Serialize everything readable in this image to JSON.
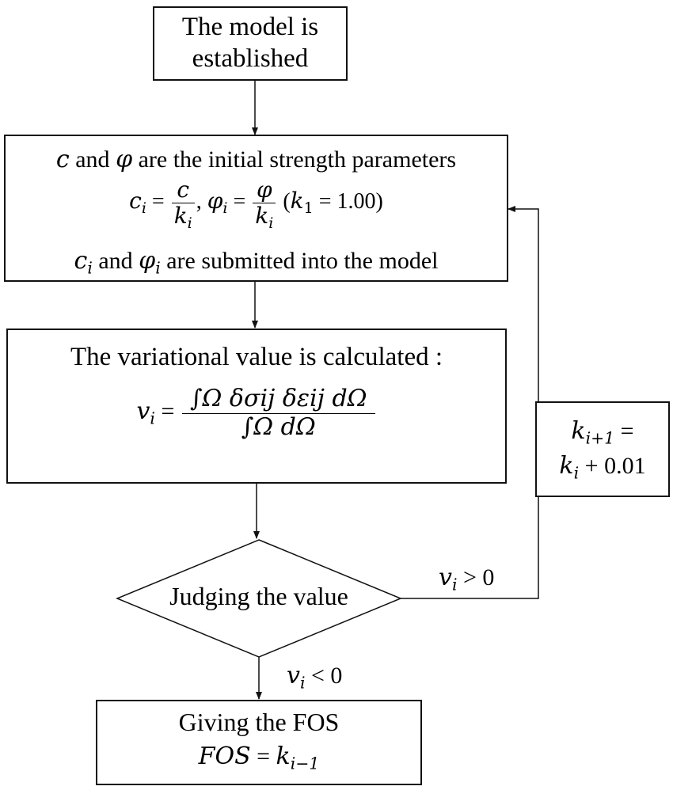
{
  "boxes": {
    "start": {
      "line1": "The model is",
      "line2": "established"
    },
    "params": {
      "line1_text": "and",
      "line1_rest": "are the initial strength parameters",
      "sym_c": "c",
      "sym_phi": "φ",
      "sym_k": "k",
      "sub_i": "i",
      "sub_1": "1",
      "k1_value": "1.00",
      "line3_text_and": "and",
      "line3_rest": "are submitted into the model"
    },
    "variational": {
      "title": "The variational value is calculated :",
      "lhs": "v",
      "sub_i": "i",
      "numerator": "∫Ω δσij δεij dΩ",
      "denominator": "∫Ω dΩ"
    },
    "decision": {
      "label": "Judging the value"
    },
    "increment": {
      "line1": "k_{i+1} =",
      "line2": "k_i + 0.01",
      "k_sym": "k",
      "sub_ip1": "i+1",
      "sub_i": "i",
      "step": "0.01"
    },
    "result": {
      "line1": "Giving the FOS",
      "fos": "FOS",
      "k_sym": "k",
      "sub_im1": "i−1"
    }
  },
  "edges": {
    "yes_label": {
      "v": "v",
      "sub": "i",
      "rel": "> 0"
    },
    "no_label": {
      "v": "v",
      "sub": "i",
      "rel": "< 0"
    }
  }
}
